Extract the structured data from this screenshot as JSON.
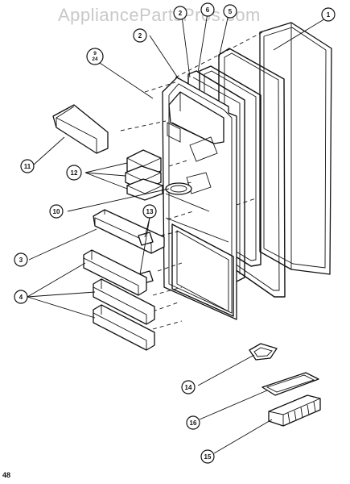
{
  "watermark": "AppliancePartsPros.com",
  "page_number": "48",
  "callouts": {
    "c1": "1",
    "c2": "2",
    "c2b": "2",
    "c3": "3",
    "c4": "4",
    "c5": "5",
    "c6": "6",
    "c9": "9",
    "c24": "24",
    "c10": "10",
    "c11": "11",
    "c12": "12",
    "c13": "13",
    "c14": "14",
    "c15": "15",
    "c16": "16"
  }
}
